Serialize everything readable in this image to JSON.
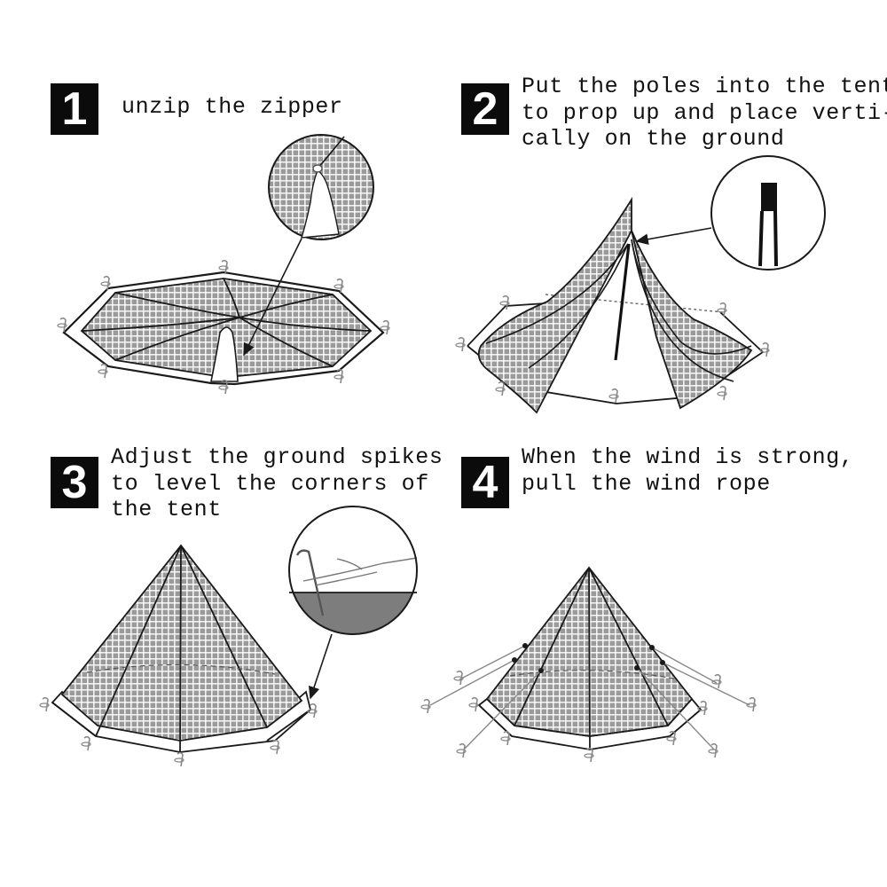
{
  "steps": [
    {
      "number": "1",
      "text": "unzip the zipper",
      "illustration": "flat-tent-with-zipper-detail"
    },
    {
      "number": "2",
      "text": "Put the poles into the tent\nto prop up and place verti-\ncally on the ground",
      "illustration": "tent-with-pole-detail"
    },
    {
      "number": "3",
      "text": "Adjust the ground spikes\nto level the corners of\nthe tent",
      "illustration": "pitched-tent-with-stake-detail"
    },
    {
      "number": "4",
      "text": "When the wind is strong,\npull the wind rope",
      "illustration": "pitched-tent-with-guy-ropes"
    }
  ],
  "colors": {
    "background": "#ffffff",
    "badge": "#0b0b0b",
    "badge_text": "#ffffff",
    "fabric": "#9a9a9a",
    "fabric_grid": "#ffffff",
    "outline": "#1a1a1a",
    "ground": "#7d7d7d"
  },
  "icons": {
    "stake": "stake-icon",
    "zipper": "zipper-icon",
    "pole_tip": "pole-tip-icon",
    "arrow": "pointer-arrow-icon"
  }
}
